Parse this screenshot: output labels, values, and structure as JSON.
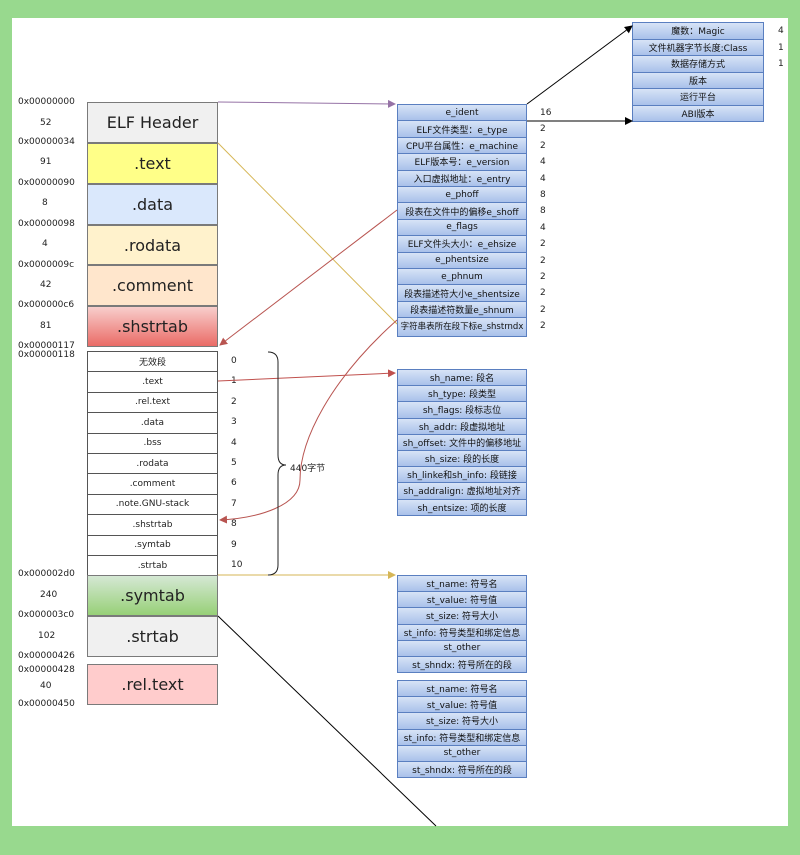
{
  "addresses": [
    "0x00000000",
    "52",
    "0x00000034",
    "91",
    "0x00000090",
    "8",
    "0x00000098",
    "4",
    "0x0000009c",
    "42",
    "0x000000c6",
    "81",
    "0x00000117",
    "0x00000118",
    "0x000002d0",
    "240",
    "0x000003c0",
    "102",
    "0x00000426",
    "0x00000428",
    "40",
    "0x00000450"
  ],
  "sections_top": [
    ".text",
    ".data",
    ".rodata",
    ".comment",
    ".shstrtab"
  ],
  "elf_header_label": "ELF Header",
  "section_table": {
    "names": [
      "无效段",
      ".text",
      ".rel.text",
      ".data",
      ".bss",
      ".rodata",
      ".comment",
      ".note.GNU-stack",
      ".shstrtab",
      ".symtab",
      ".strtab"
    ],
    "indices": [
      "0",
      "1",
      "2",
      "3",
      "4",
      "5",
      "6",
      "7",
      "8",
      "9",
      "10"
    ],
    "brace_label": "440字节"
  },
  "sections_bottom": [
    ".symtab",
    ".strtab",
    ".rel.text"
  ],
  "elf_header_fields": {
    "names": [
      "e_ident",
      "ELF文件类型：e_type",
      "CPU平台属性：e_machine",
      "ELF版本号：e_version",
      "入口虚拟地址：e_entry",
      "e_phoff",
      "段表在文件中的偏移e_shoff",
      "e_flags",
      "ELF文件头大小：e_ehsize",
      "e_phentsize",
      "e_phnum",
      "段表描述符大小e_shentsize",
      "段表描述符数量e_shnum",
      "字符串表所在段下标e_shstrndx"
    ],
    "sizes": [
      "16",
      "2",
      "2",
      "4",
      "4",
      "8",
      "8",
      "4",
      "2",
      "2",
      "2",
      "2",
      "2",
      "2"
    ]
  },
  "e_ident_fields": {
    "names": [
      "魔数：Magic",
      "文件机器字节长度:Class",
      "数据存储方式",
      "版本",
      "运行平台",
      "ABI版本"
    ],
    "sizes": [
      "4",
      "1",
      "1",
      "",
      "",
      ""
    ]
  },
  "section_header_fields": [
    "sh_name: 段名",
    "sh_type: 段类型",
    "sh_flags: 段标志位",
    "sh_addr: 段虚拟地址",
    "sh_offset: 文件中的偏移地址",
    "sh_size: 段的长度",
    "sh_linke和sh_info: 段链接",
    "sh_addralign: 虚拟地址对齐",
    "sh_entsize: 项的长度"
  ],
  "symbol_fields_1": [
    "st_name: 符号名",
    "st_value: 符号值",
    "st_size: 符号大小",
    "st_info: 符号类型和绑定信息",
    "st_other",
    "st_shndx: 符号所在的段"
  ],
  "symbol_fields_2": [
    "st_name: 符号名",
    "st_value: 符号值",
    "st_size: 符号大小",
    "st_info: 符号类型和绑定信息",
    "st_other",
    "st_shndx: 符号所在的段"
  ],
  "colors": {
    "elf_header": "#f0f0f0",
    "text": "#ffff88",
    "data": "#dae8fc",
    "rodata": "#fff2cc",
    "comment": "#ffe6cc",
    "shstrtab_top": "#f8cecc",
    "shstrtab_bottom": "#ea6b66",
    "symtab_top": "#d5e8d4",
    "symtab_bottom": "#97d077",
    "strtab": "#f0f0f0",
    "reltext": "#ffcccc",
    "arrow_purple": "#9673a6",
    "arrow_tan": "#d6b656",
    "arrow_red": "#b85450",
    "arrow_orange": "#c0504d",
    "arrow_black": "#000000"
  }
}
